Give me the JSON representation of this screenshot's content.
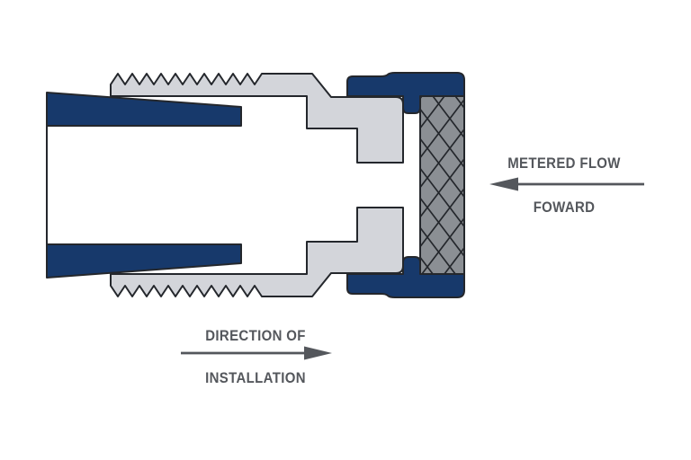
{
  "diagram": {
    "annotations": [
      {
        "line1": "METERED FLOW",
        "line2": "FOWARD",
        "arrow_direction": "left"
      },
      {
        "line1": "DIRECTION OF",
        "line2": "INSTALLATION",
        "arrow_direction": "right"
      }
    ],
    "colors": {
      "navy": "#17396b",
      "body_gray": "#d3d5da",
      "knurl_gray": "#8b8f94",
      "outline": "#24272c",
      "annotation_gray": "#54575c",
      "background": "#ffffff"
    },
    "parts": [
      "pipe",
      "threaded-fitting-body",
      "coupling-nut",
      "knurled-ring"
    ]
  }
}
